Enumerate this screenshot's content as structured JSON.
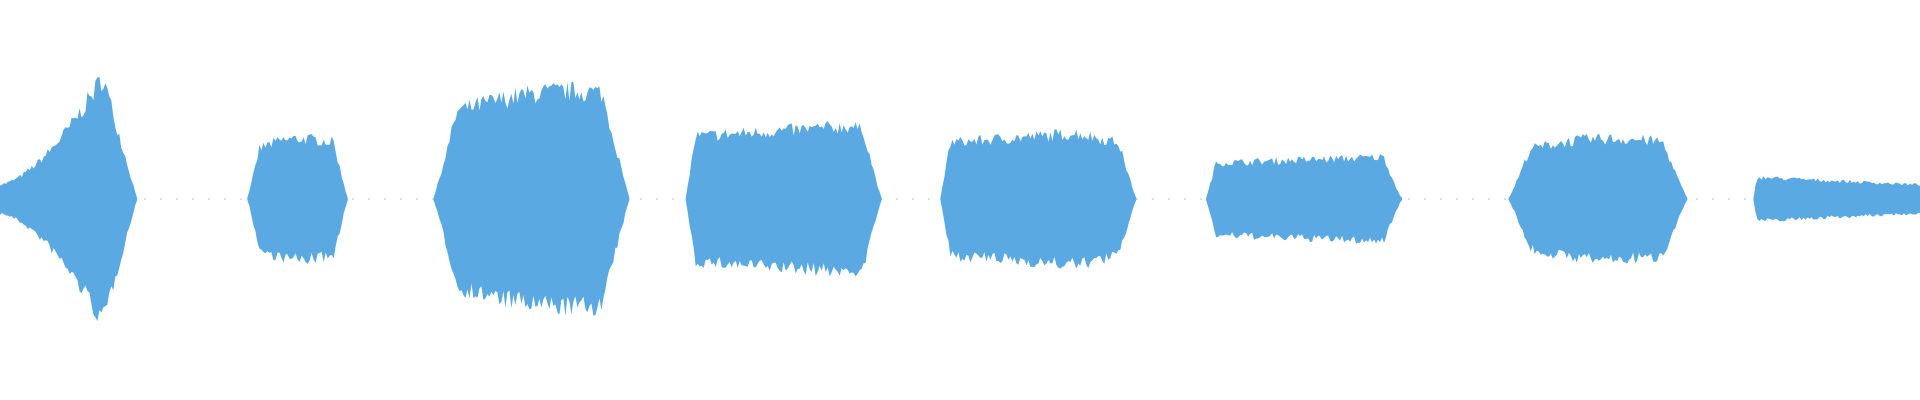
{
  "waveform": {
    "color": "#5aa9e2",
    "background": "#ffffff",
    "duration_units": 1568,
    "amplitude_range": [
      -1,
      1
    ],
    "segments": [
      {
        "start": 0,
        "end": 112,
        "peak": 0.67,
        "attack": 0.75,
        "shape": "ramp"
      },
      {
        "start": 202,
        "end": 284,
        "peak": 0.33,
        "attack": 0.5,
        "shape": "dome"
      },
      {
        "start": 354,
        "end": 514,
        "peak": 0.59,
        "attack": 0.7,
        "shape": "dome"
      },
      {
        "start": 560,
        "end": 720,
        "peak": 0.4,
        "attack": 0.85,
        "shape": "plateau"
      },
      {
        "start": 768,
        "end": 928,
        "peak": 0.36,
        "attack": 0.7,
        "shape": "plateau"
      },
      {
        "start": 985,
        "end": 1145,
        "peak": 0.23,
        "attack": 0.9,
        "shape": "plateau"
      },
      {
        "start": 1232,
        "end": 1378,
        "peak": 0.33,
        "attack": 0.55,
        "shape": "dome"
      },
      {
        "start": 1432,
        "end": 1568,
        "peak": 0.12,
        "attack": 0.1,
        "shape": "tail"
      }
    ]
  }
}
